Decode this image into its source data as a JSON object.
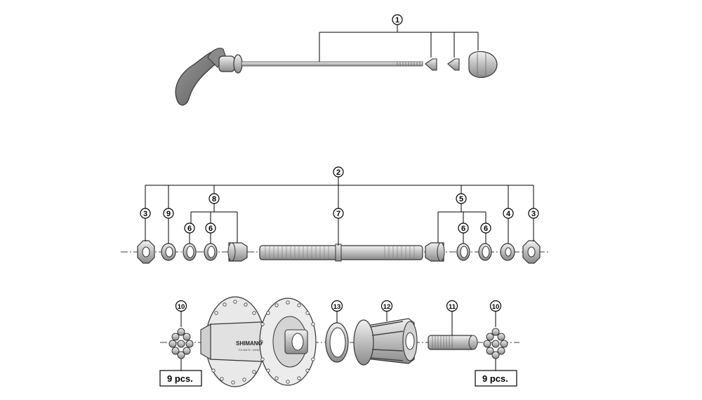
{
  "diagram": {
    "callouts": [
      {
        "id": "c1",
        "label": "1"
      },
      {
        "id": "c2",
        "label": "2"
      },
      {
        "id": "c3a",
        "label": "3"
      },
      {
        "id": "c9",
        "label": "9"
      },
      {
        "id": "c8",
        "label": "8"
      },
      {
        "id": "c6a",
        "label": "6"
      },
      {
        "id": "c6b",
        "label": "6"
      },
      {
        "id": "c7",
        "label": "7"
      },
      {
        "id": "c5",
        "label": "5"
      },
      {
        "id": "c6c",
        "label": "6"
      },
      {
        "id": "c6d",
        "label": "6"
      },
      {
        "id": "c4",
        "label": "4"
      },
      {
        "id": "c3b",
        "label": "3"
      },
      {
        "id": "c10a",
        "label": "10"
      },
      {
        "id": "c13",
        "label": "13"
      },
      {
        "id": "c12",
        "label": "12"
      },
      {
        "id": "c11",
        "label": "11"
      },
      {
        "id": "c10b",
        "label": "10"
      }
    ],
    "qty_left": "9 pcs.",
    "qty_right": "9 pcs.",
    "hub_brand": "SHIMANO",
    "hub_model": "FH-M475 · M4W"
  },
  "colors": {
    "line": "#000000",
    "part_fill": "#d6d6d6",
    "part_dark": "#7a7a7a",
    "background": "#ffffff"
  }
}
